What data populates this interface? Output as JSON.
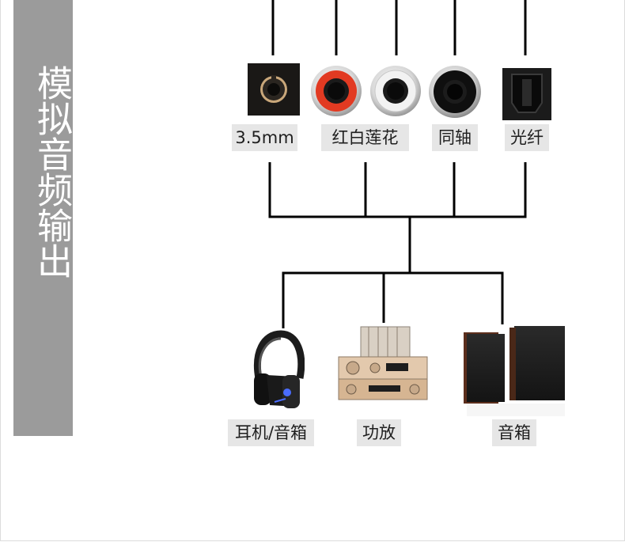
{
  "side_title": "模拟音频输出",
  "ports": [
    {
      "name": "3.5mm",
      "icon": "jack-3-5mm-icon"
    },
    {
      "name": "红白莲花",
      "icon": "rca-red-white-icon"
    },
    {
      "name": "同轴",
      "icon": "coaxial-port-icon"
    },
    {
      "name": "光纤",
      "icon": "optical-port-icon"
    }
  ],
  "devices": [
    {
      "name": "耳机/音箱",
      "icon": "headphones-icon"
    },
    {
      "name": "功放",
      "icon": "amplifier-icon"
    },
    {
      "name": "音箱",
      "icon": "bookshelf-speakers-icon"
    }
  ],
  "colors": {
    "side_bar": "#9b9b9b",
    "label_bg": "#e6e6e6",
    "line": "#000000",
    "rca_red": "#e23a22"
  }
}
